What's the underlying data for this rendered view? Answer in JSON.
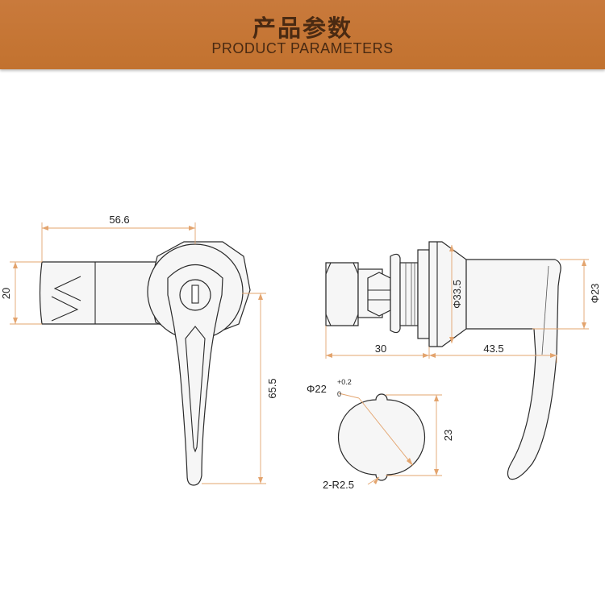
{
  "banner": {
    "title": "产品参数",
    "subtitle": "PRODUCT PARAMETERS",
    "color": "#c47532"
  },
  "dimensions": {
    "width_top": "56.6",
    "height_left": "20",
    "height_handle": "65.5",
    "body_length": "30",
    "handle_length": "43.5",
    "flange_dia": "Φ33.5",
    "handle_dia": "Φ23",
    "hole_dia": "Φ22",
    "tol_upper": "+0.2",
    "tol_lower": "0",
    "hole_height": "23",
    "notch_radius": "2-R2.5"
  },
  "colors": {
    "dimension_line": "#e3a46e",
    "outline": "#2a2a2a"
  }
}
